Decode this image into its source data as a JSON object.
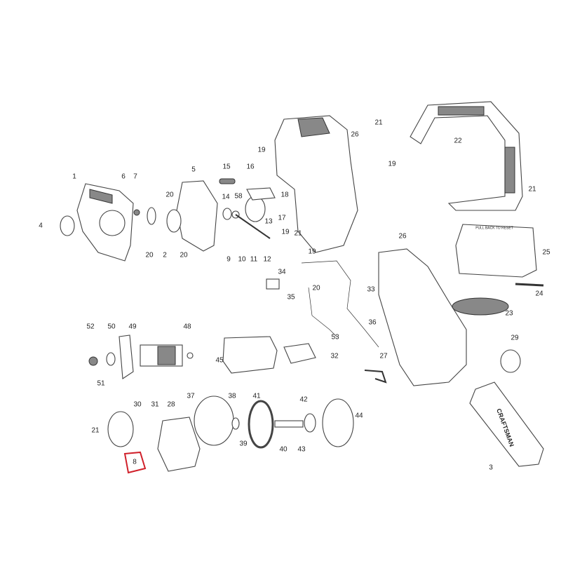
{
  "diagram": {
    "labels": [
      "1",
      "4",
      "6",
      "7",
      "20",
      "20",
      "2",
      "20",
      "5",
      "15",
      "16",
      "14",
      "58",
      "18",
      "17",
      "13",
      "19",
      "9",
      "10",
      "11",
      "12",
      "19",
      "21",
      "19",
      "26",
      "21",
      "19",
      "22",
      "21",
      "26",
      "25",
      "34",
      "20",
      "35",
      "33",
      "36",
      "23",
      "24",
      "52",
      "50",
      "49",
      "48",
      "45",
      "53",
      "32",
      "27",
      "29",
      "51",
      "30",
      "31",
      "28",
      "37",
      "38",
      "41",
      "42",
      "44",
      "21",
      "39",
      "40",
      "43",
      "8",
      "3"
    ],
    "highlighted_label": "8",
    "highlight_color": "#d0202a",
    "brand_text": "CRAFTSMAN",
    "handle_text": "PULL BACK TO RESET"
  }
}
